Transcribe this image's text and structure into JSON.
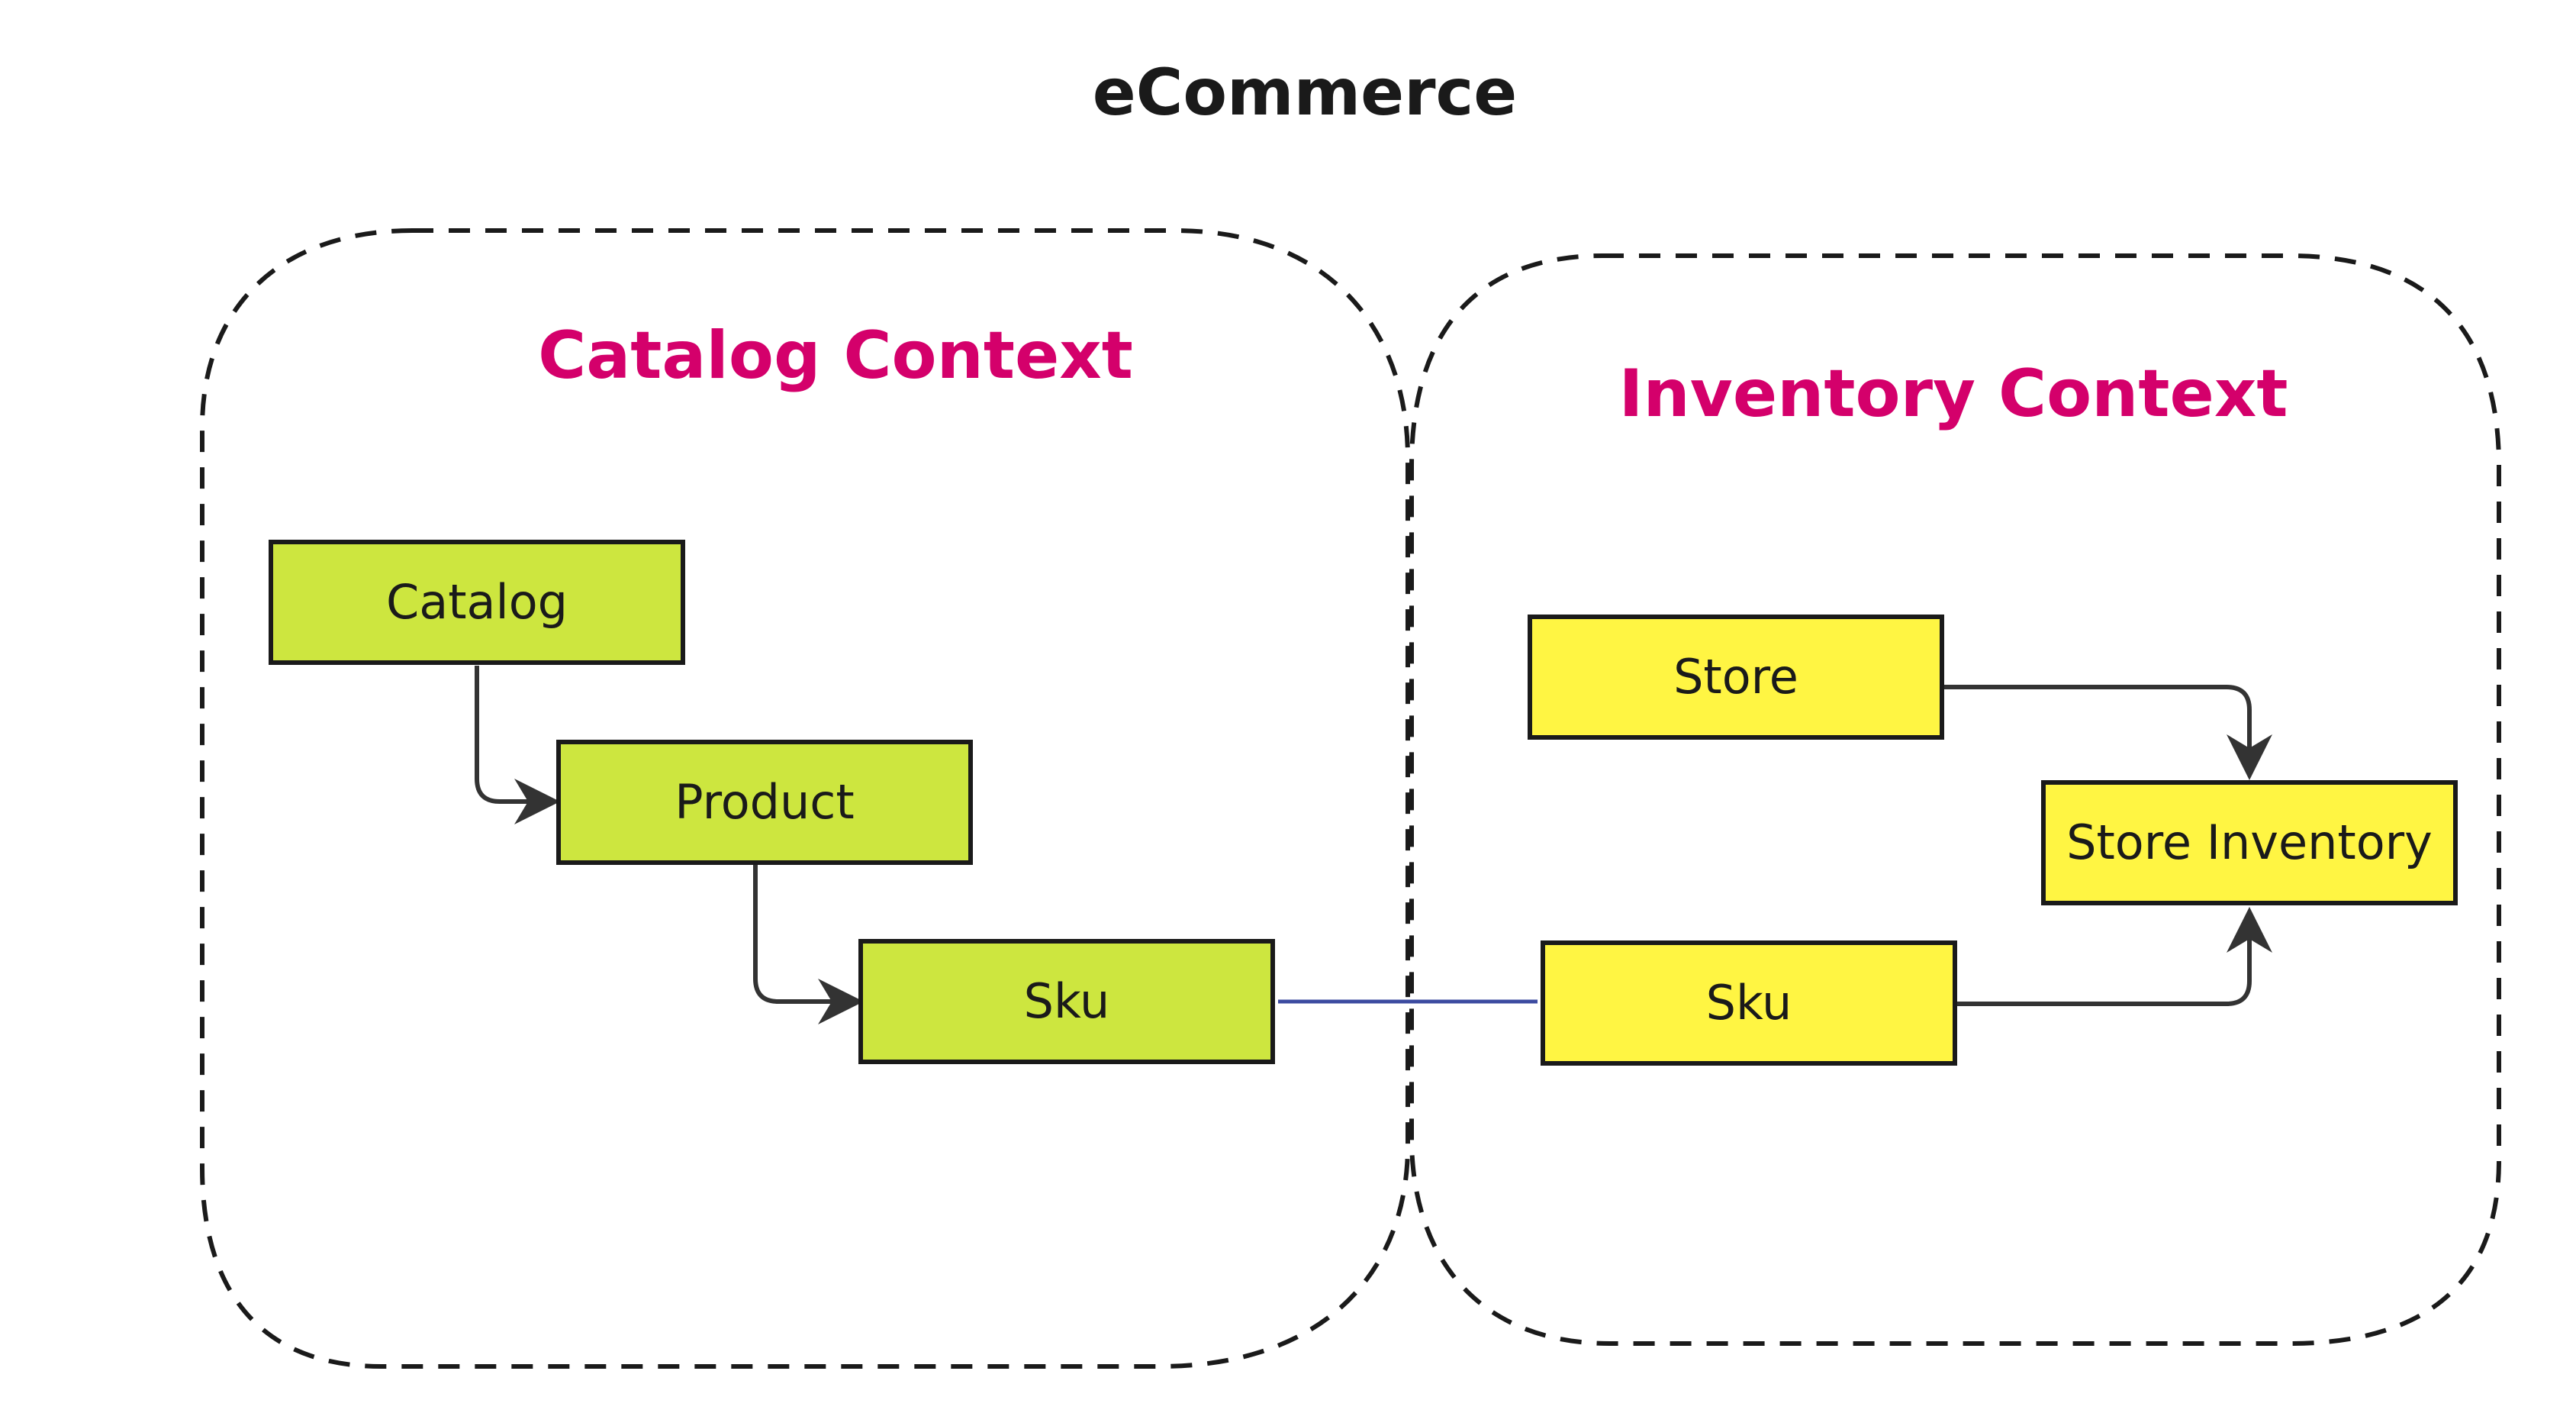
{
  "title": "eCommerce",
  "colors": {
    "context_title": "#d4006b",
    "catalog_node_fill": "#cde63f",
    "inventory_node_fill": "#fff543",
    "link": "#3c4ba0",
    "border": "#1a1a1a"
  },
  "contexts": {
    "catalog": {
      "title": "Catalog Context"
    },
    "inventory": {
      "title": "Inventory Context"
    }
  },
  "nodes": {
    "catalog": {
      "label": "Catalog"
    },
    "product": {
      "label": "Product"
    },
    "catalog_sku": {
      "label": "Sku"
    },
    "store": {
      "label": "Store"
    },
    "store_inventory": {
      "label": "Store Inventory"
    },
    "inventory_sku": {
      "label": "Sku"
    }
  },
  "edges": [
    {
      "from": "Catalog",
      "to": "Product",
      "style": "arrow"
    },
    {
      "from": "Product",
      "to": "Sku",
      "style": "arrow"
    },
    {
      "from": "Sku",
      "to": "Sku",
      "style": "line"
    },
    {
      "from": "Store",
      "to": "Store Inventory",
      "style": "arrow"
    },
    {
      "from": "Sku",
      "to": "Store Inventory",
      "style": "arrow"
    }
  ]
}
